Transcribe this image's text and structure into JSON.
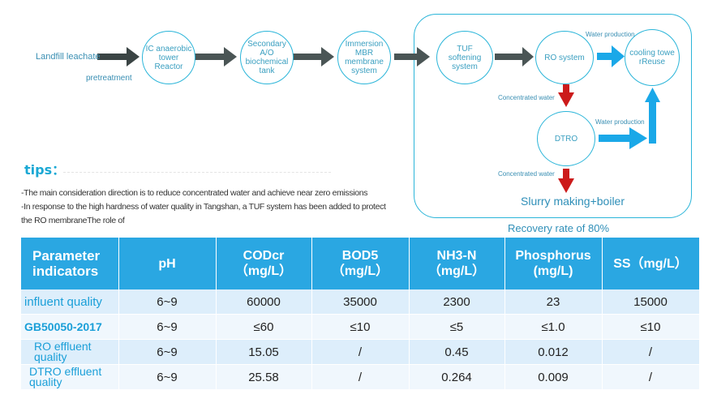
{
  "flow": {
    "start_label": "Landfill leachate",
    "pretreatment_label": "pretreatment",
    "nodes": {
      "ic": "IC anaerobic tower Reactor",
      "ao": "Secondary A/O biochemical tank",
      "mbr": "Immersion MBR membrane system",
      "tuf": "TUF softening system",
      "ro": "RO system",
      "cooling": "cooling towe rReuse",
      "dtro": "DTRO"
    },
    "water_production_1": "Water production",
    "water_production_2": "Water production",
    "concentrated_1": "Concentrated water",
    "concentrated_2": "Concentrated water",
    "slurry": "Slurry making+boiler",
    "recovery": "Recovery rate of 80%",
    "colors": {
      "arrow_dark": "#3a4444",
      "arrow_blue": "#1aa8e8",
      "arrow_red": "#cc1a1a",
      "circle_border": "#2bb5d9"
    }
  },
  "tips": {
    "title": "tips：",
    "line1": "-The main consideration direction is to reduce concentrated water and achieve near zero emissions",
    "line2": "-In response to the high hardness of water quality in Tangshan, a TUF system has been added to protect",
    "line3": "the RO membraneThe role of"
  },
  "table": {
    "headers": [
      "Parameter indicators",
      "pH",
      "CODcr （mg/L）",
      "BOD5 （mg/L）",
      "NH3-N （mg/L）",
      "Phosphorus (mg/L)",
      "SS（mg/L）"
    ],
    "rows": [
      [
        "influent quality",
        "6~9",
        "60000",
        "35000",
        "2300",
        "23",
        "15000"
      ],
      [
        "GB50050-2017",
        "6~9",
        "≤60",
        "≤10",
        "≤5",
        "≤1.0",
        "≤10"
      ],
      [
        "RO effluent quality",
        "6~9",
        "15.05",
        "/",
        "0.45",
        "0.012",
        "/"
      ],
      [
        "DTRO effluent quality",
        "6~9",
        "25.58",
        "/",
        "0.264",
        "0.009",
        "/"
      ]
    ],
    "colors": {
      "header_bg": "#2aa7e2",
      "row_odd": "#ddeefb",
      "row_even": "#f0f7fd",
      "first_col_text": "#1a9fd8"
    }
  }
}
